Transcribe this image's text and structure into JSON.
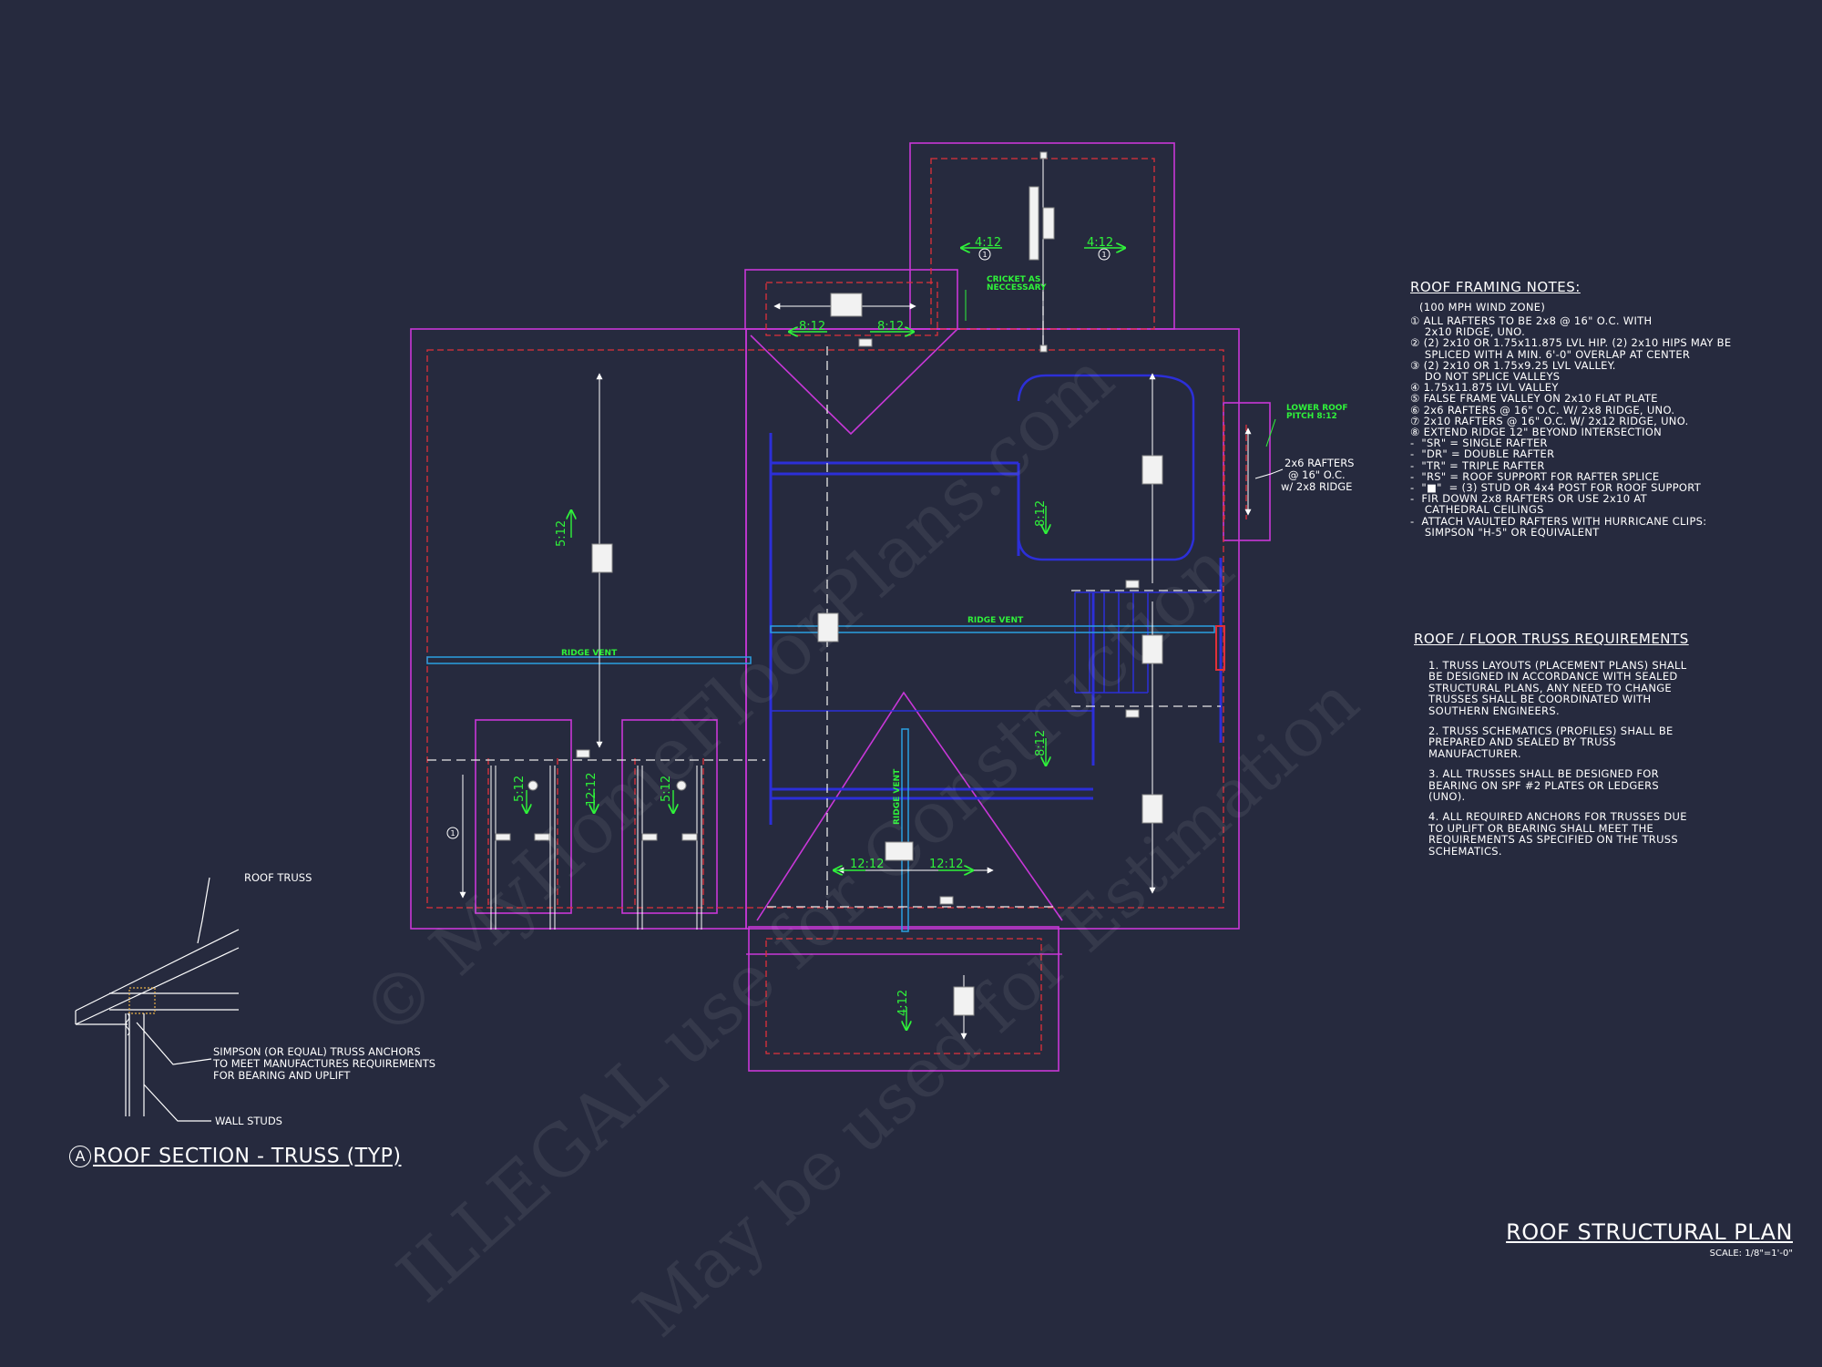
{
  "drawing_title": "ROOF STRUCTURAL PLAN",
  "drawing_scale": "SCALE: 1/8\"=1'-0\"",
  "section": {
    "marker": "A",
    "title": "ROOF SECTION - TRUSS (TYP)",
    "label_roof_truss": "ROOF TRUSS",
    "label_anchors": [
      "SIMPSON (OR EQUAL) TRUSS ANCHORS",
      "TO MEET MANUFACTURES REQUIREMENTS",
      "FOR BEARING AND UPLIFT"
    ],
    "label_studs": "WALL STUDS"
  },
  "framing_notes": {
    "title": "ROOF FRAMING NOTES:",
    "subtitle": "(100 MPH WIND ZONE)",
    "lines": [
      "① ALL RAFTERS TO BE 2x8 @ 16\" O.C. WITH",
      "    2x10 RIDGE, UNO.",
      "② (2) 2x10 OR 1.75x11.875 LVL HIP. (2) 2x10 HIPS MAY BE",
      "    SPLICED WITH A MIN. 6'-0\" OVERLAP AT CENTER",
      "③ (2) 2x10 OR 1.75x9.25 LVL VALLEY.",
      "    DO NOT SPLICE VALLEYS",
      "④ 1.75x11.875 LVL VALLEY",
      "⑤ FALSE FRAME VALLEY ON 2x10 FLAT PLATE",
      "⑥ 2x6 RAFTERS @ 16\" O.C. W/ 2x8 RIDGE, UNO.",
      "⑦ 2x10 RAFTERS @ 16\" O.C. W/ 2x12 RIDGE, UNO.",
      "⑧ EXTEND RIDGE 12\" BEYOND INTERSECTION",
      "-  \"SR\" = SINGLE RAFTER",
      "-  \"DR\" = DOUBLE RAFTER",
      "-  \"TR\" = TRIPLE RAFTER",
      "-  \"RS\" = ROOF SUPPORT FOR RAFTER SPLICE",
      "-  \"■\"  = (3) STUD OR 4x4 POST FOR ROOF SUPPORT",
      "-  FIR DOWN 2x8 RAFTERS OR USE 2x10 AT",
      "    CATHEDRAL CEILINGS",
      "-  ATTACH VAULTED RAFTERS WITH HURRICANE CLIPS:",
      "    SIMPSON \"H-5\" OR EQUIVALENT"
    ]
  },
  "truss_requirements": {
    "title": "ROOF / FLOOR  TRUSS REQUIREMENTS",
    "items": [
      "1. TRUSS LAYOUTS (PLACEMENT PLANS) SHALL BE DESIGNED IN ACCORDANCE WITH SEALED STRUCTURAL PLANS, ANY NEED TO CHANGE TRUSSES SHALL BE COORDINATED WITH SOUTHERN ENGINEERS.",
      "2. TRUSS SCHEMATICS (PROFILES) SHALL BE PREPARED AND SEALED BY TRUSS MANUFACTURER.",
      "3. ALL TRUSSES SHALL BE DESIGNED FOR BEARING ON SPF #2 PLATES OR LEDGERS (UNO).",
      "4. ALL REQUIRED ANCHORS FOR TRUSSES DUE TO UPLIFT OR BEARING SHALL MEET THE REQUIREMENTS AS SPECIFIED ON THE TRUSS SCHEMATICS."
    ]
  },
  "plan_labels": {
    "ridge_vent": "RIDGE VENT",
    "cricket": [
      "CRICKET AS",
      "NECCESSARY"
    ],
    "lower_roof": [
      "LOWER ROOF",
      "PITCH 8:12"
    ],
    "rafters_note": [
      "2x6 RAFTERS",
      "@ 16\" O.C.",
      "w/ 2x8 RIDGE"
    ],
    "circle_1": "1"
  },
  "pitches": {
    "p_4_12": "4:12",
    "p_8_12": "8:12",
    "p_5_12": "5:12",
    "p_12_12": "12:12"
  },
  "watermark": {
    "line1": "© MyHomeFloorPlans.com",
    "line2": "ILLEGAL use for Construction",
    "line3": "May be used for Estimation"
  },
  "colors": {
    "background": "#262a3e",
    "outline": "#c837d8",
    "dashed": "#e0303a",
    "framing": "#2c2fd8",
    "pitch_text": "#2ff23a",
    "text": "#ffffff"
  }
}
